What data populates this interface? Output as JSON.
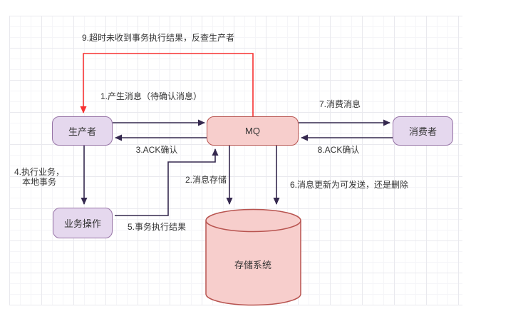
{
  "diagram": {
    "nodes": {
      "producer": {
        "label": "生产者"
      },
      "mq": {
        "label": "MQ"
      },
      "consumer": {
        "label": "消费者"
      },
      "business_op": {
        "label": "业务操作"
      },
      "storage": {
        "label": "存储系统"
      }
    },
    "labels": {
      "step1": "1.产生消息（待确认消息）",
      "step2": "2.消息存储",
      "step3": "3.ACK确认",
      "step4": "4.执行业务，\n本地事务",
      "step5": "5.事务执行结果",
      "step6": "6.消息更新为可发送，还是删除",
      "step7": "7.消费消息",
      "step8": "8.ACK确认",
      "step9": "9.超时未收到事务执行结果，反查生产者"
    },
    "colors": {
      "node_purple_fill": "#E5D8EE",
      "node_purple_border": "#9673A6",
      "node_pink_fill": "#F7CECC",
      "node_pink_border": "#B85450",
      "connector": "#35294F",
      "alert_red": "#F73131",
      "label_text": "#333333"
    }
  }
}
